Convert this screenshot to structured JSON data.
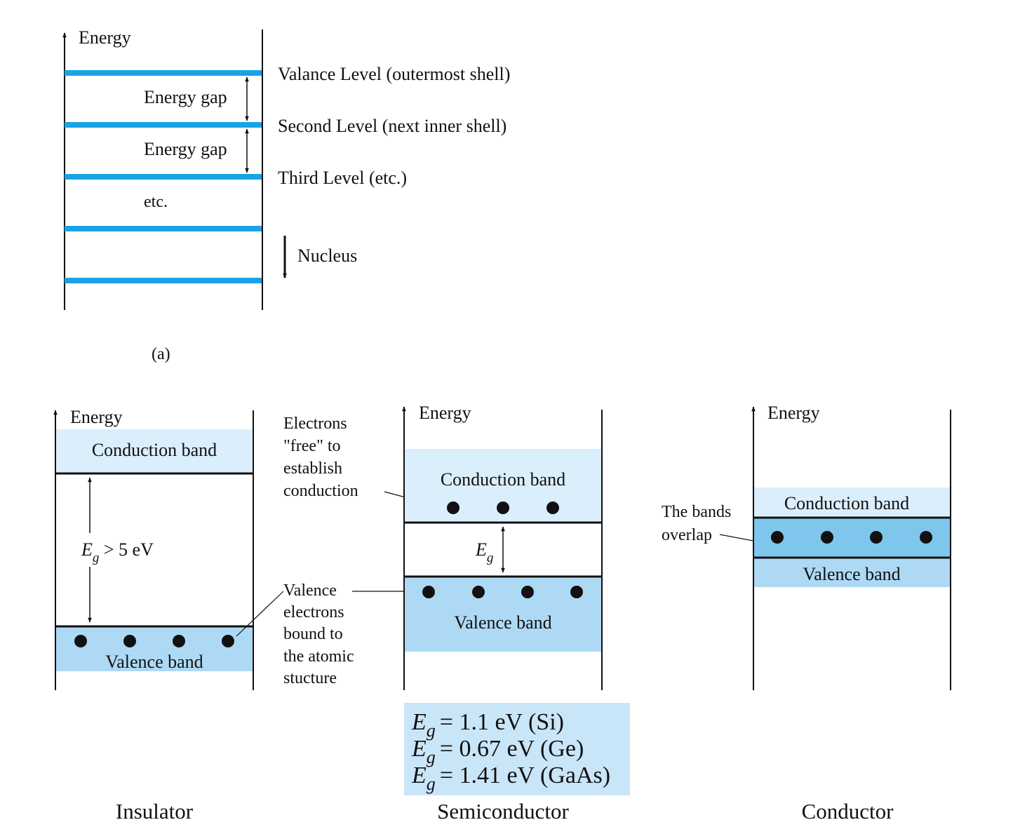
{
  "colors": {
    "level_line": "#1aa3e4",
    "light_band": "#dbeefb",
    "valence_band": "#aed9f4",
    "overlap_band": "#7fc6ec",
    "formula_box": "#c9e6f8",
    "ink": "#111111"
  },
  "panel_a": {
    "axis_label": "Energy",
    "level_labels": [
      "Valance Level (outermost shell)",
      "Second Level (next inner shell)",
      "Third Level (etc.)"
    ],
    "gap_labels": [
      "Energy gap",
      "Energy gap"
    ],
    "etc_label": "etc.",
    "nucleus_label": "Nucleus",
    "caption": "(a)"
  },
  "insulator": {
    "axis_label": "Energy",
    "conduction_label": "Conduction band",
    "valence_label": "Valence band",
    "gap_symbol": "E",
    "gap_subscript": "g",
    "gap_value": " > 5 eV",
    "title": "Insulator"
  },
  "annotations": {
    "free_electrons": [
      "Electrons",
      "\"free\" to",
      "establish",
      "conduction"
    ],
    "valence_electrons": [
      "Valence",
      "electrons",
      "bound to",
      "the atomic",
      "stucture"
    ],
    "overlap": [
      "The bands",
      "overlap"
    ]
  },
  "semiconductor": {
    "axis_label": "Energy",
    "conduction_label": "Conduction band",
    "valence_label": "Valence band",
    "gap_symbol": "E",
    "gap_subscript": "g",
    "formulas": [
      "= 1.1 eV (Si)",
      "= 0.67 eV (Ge)",
      "= 1.41 eV (GaAs)"
    ],
    "title": "Semiconductor"
  },
  "conductor": {
    "axis_label": "Energy",
    "conduction_label": "Conduction band",
    "valence_label": "Valence band",
    "title": "Conductor"
  }
}
